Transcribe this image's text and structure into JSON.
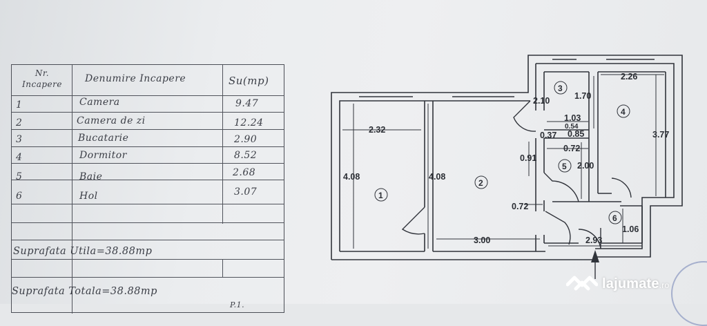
{
  "table": {
    "headers": {
      "nr": "Nr.\nIncapere",
      "name": "Denumire  Incapere",
      "area": "Su(mp)"
    },
    "rows": [
      {
        "nr": "1",
        "name": "Camera",
        "area": "9.47"
      },
      {
        "nr": "2",
        "name": "Camera de zi",
        "area": "12.24"
      },
      {
        "nr": "3",
        "name": "Bucatarie",
        "area": "2.90"
      },
      {
        "nr": "4",
        "name": "Dormitor",
        "area": "8.52"
      },
      {
        "nr": "5",
        "name": "Baie",
        "area": "2.68"
      },
      {
        "nr": "6",
        "name": "Hol",
        "area": "3.07"
      }
    ],
    "suprafata_utila": "Suprafata  Utila=38.88mp",
    "suprafata_totala": "Suprafata  Totala=38.88mp",
    "partial_bottom": "P.1."
  },
  "plan": {
    "room_numbers": [
      "1",
      "2",
      "3",
      "4",
      "5",
      "6"
    ],
    "dims": {
      "r1_width": "2.32",
      "r1_height": "4.08",
      "r2_height": "4.08",
      "r2_width": "3.00",
      "r3_width": "1.70",
      "r3_top": "2.10",
      "r4_width": "2.26",
      "r4_height": "3.77",
      "d_103": "1.03",
      "d_054": "0.54",
      "d_037": "0.37",
      "d_085": "0.85",
      "d_072a": "0.72",
      "d_091": "0.91",
      "d_200": "2.00",
      "d_072b": "0.72",
      "d_106": "1.06",
      "d_293": "2.93"
    }
  },
  "watermark": {
    "brand": "lajumate",
    "tld": ".ro"
  },
  "colors": {
    "ink": "#2a2d33",
    "paper": "#eceef0",
    "stamp": "#6f7fb5"
  }
}
